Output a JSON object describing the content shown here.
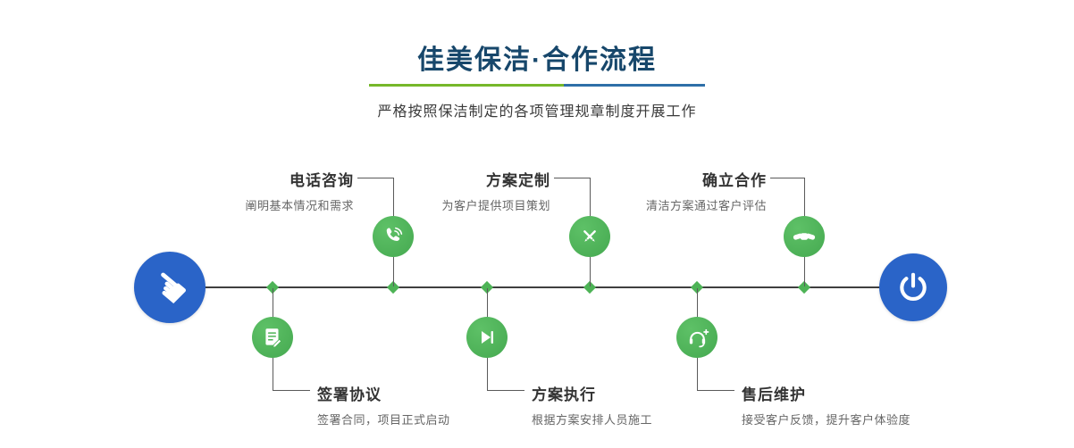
{
  "header": {
    "title": "佳美保洁·合作流程",
    "subtitle": "严格按照保洁制定的各项管理规章制度开展工作"
  },
  "timeline": {
    "start_icon": "pointing-hand-icon",
    "end_icon": "power-icon"
  },
  "steps": {
    "top": [
      {
        "title": "电话咨询",
        "desc": "阐明基本情况和需求",
        "icon": "phone-icon"
      },
      {
        "title": "方案定制",
        "desc": "为客户提供项目策划",
        "icon": "pencil-tools-icon"
      },
      {
        "title": "确立合作",
        "desc": "清洁方案通过客户评估",
        "icon": "handshake-icon"
      }
    ],
    "bottom": [
      {
        "title": "签署协议",
        "desc": "签署合同，项目正式启动",
        "icon": "contract-pen-icon"
      },
      {
        "title": "方案执行",
        "desc": "根据方案安排人员施工",
        "icon": "play-next-icon"
      },
      {
        "title": "售后维护",
        "desc": "接受客户反馈，提升客户体验度",
        "icon": "headset-support-icon"
      }
    ]
  },
  "colors": {
    "title_navy": "#17476b",
    "accent_green": "#4db356",
    "accent_blue": "#2a64c8",
    "underline_green": "#76b82a",
    "underline_blue": "#2e6fa8",
    "line_gray": "#3f3f3f"
  }
}
